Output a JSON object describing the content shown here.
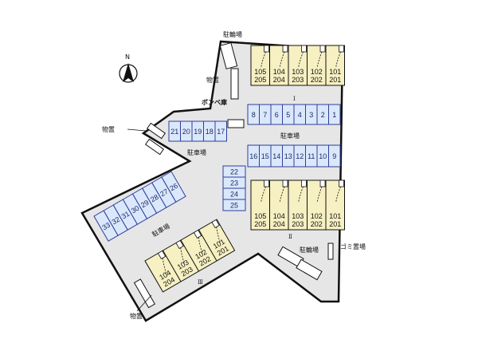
{
  "map": {
    "north_label": "N",
    "labels": {
      "bicycle_top": "駐輪場",
      "storage_top": "物置",
      "cylinder": "ボンベ庫",
      "storage_left": "物置",
      "parking_center": "駐車場",
      "parking_upper_right": "駐車場",
      "parking_left": "駐車場",
      "bicycle_right": "駐輪場",
      "garbage": "ゴミ置場",
      "storage_bottom": "物置"
    },
    "building_labels": {
      "one": "I",
      "two": "Ⅱ",
      "three": "Ⅲ"
    },
    "parking_rows": {
      "row1": [
        "8",
        "7",
        "6",
        "5",
        "4",
        "3",
        "2",
        "1"
      ],
      "row2": [
        "16",
        "15",
        "14",
        "13",
        "12",
        "11",
        "10",
        "9"
      ],
      "row3": [
        "21",
        "20",
        "19",
        "18",
        "17"
      ],
      "col4": [
        "22",
        "23",
        "24",
        "25"
      ],
      "row5": [
        "33",
        "32",
        "31",
        "30",
        "29",
        "28",
        "27",
        "26"
      ]
    },
    "building1_units": [
      {
        "top": "105",
        "bottom": "205"
      },
      {
        "top": "104",
        "bottom": "204"
      },
      {
        "top": "103",
        "bottom": "203"
      },
      {
        "top": "102",
        "bottom": "202"
      },
      {
        "top": "101",
        "bottom": "201"
      }
    ],
    "building2_units": [
      {
        "top": "105",
        "bottom": "205"
      },
      {
        "top": "104",
        "bottom": "204"
      },
      {
        "top": "103",
        "bottom": "203"
      },
      {
        "top": "102",
        "bottom": "202"
      },
      {
        "top": "101",
        "bottom": "201"
      }
    ],
    "building3_units": [
      {
        "top": "104",
        "bottom": "204"
      },
      {
        "top": "103",
        "bottom": "203"
      },
      {
        "top": "102",
        "bottom": "202"
      },
      {
        "top": "101",
        "bottom": "201"
      }
    ],
    "colors": {
      "site_fill": "#e6e6e6",
      "parking_fill": "#dbe8fb",
      "parking_stroke": "#2d3e9a",
      "building_fill": "#f6f0c2",
      "outline": "#111111"
    }
  }
}
